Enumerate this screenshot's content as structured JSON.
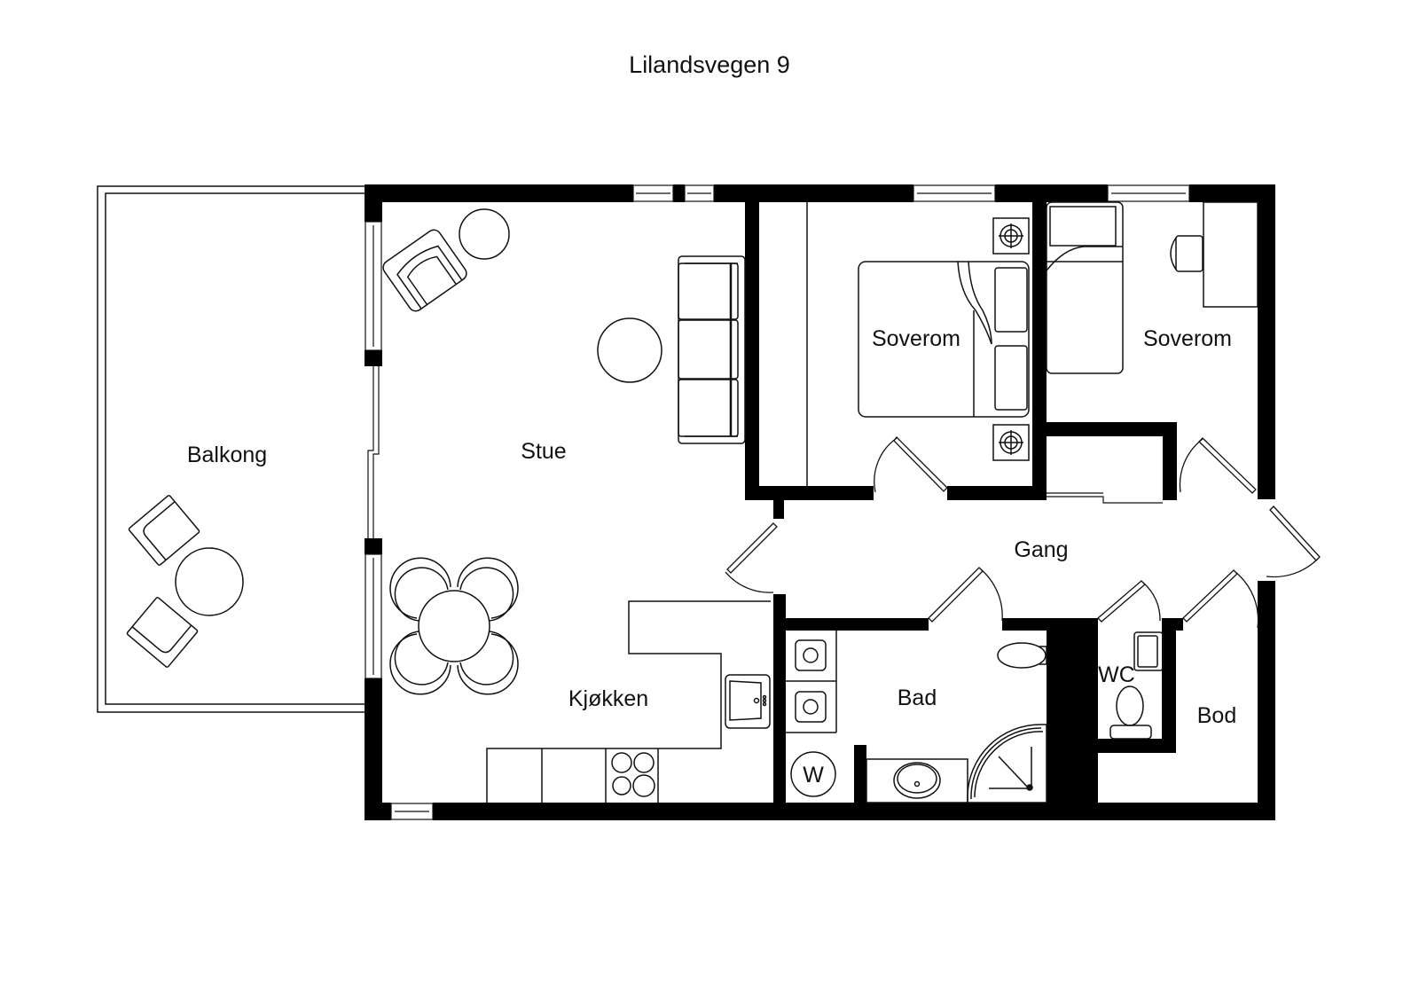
{
  "title": "Lilandsvegen 9",
  "colors": {
    "wall": "#000000",
    "line": "#111111",
    "background": "#ffffff"
  },
  "rooms": {
    "balkong": {
      "label": "Balkong"
    },
    "stue": {
      "label": "Stue"
    },
    "kjokken": {
      "label": "Kjøkken"
    },
    "soverom_1": {
      "label": "Soverom"
    },
    "soverom_2": {
      "label": "Soverom"
    },
    "gang": {
      "label": "Gang"
    },
    "bad": {
      "label": "Bad"
    },
    "wc": {
      "label": "WC"
    },
    "bod": {
      "label": "Bod"
    }
  },
  "fixtures": {
    "washer": {
      "label": "W"
    }
  }
}
